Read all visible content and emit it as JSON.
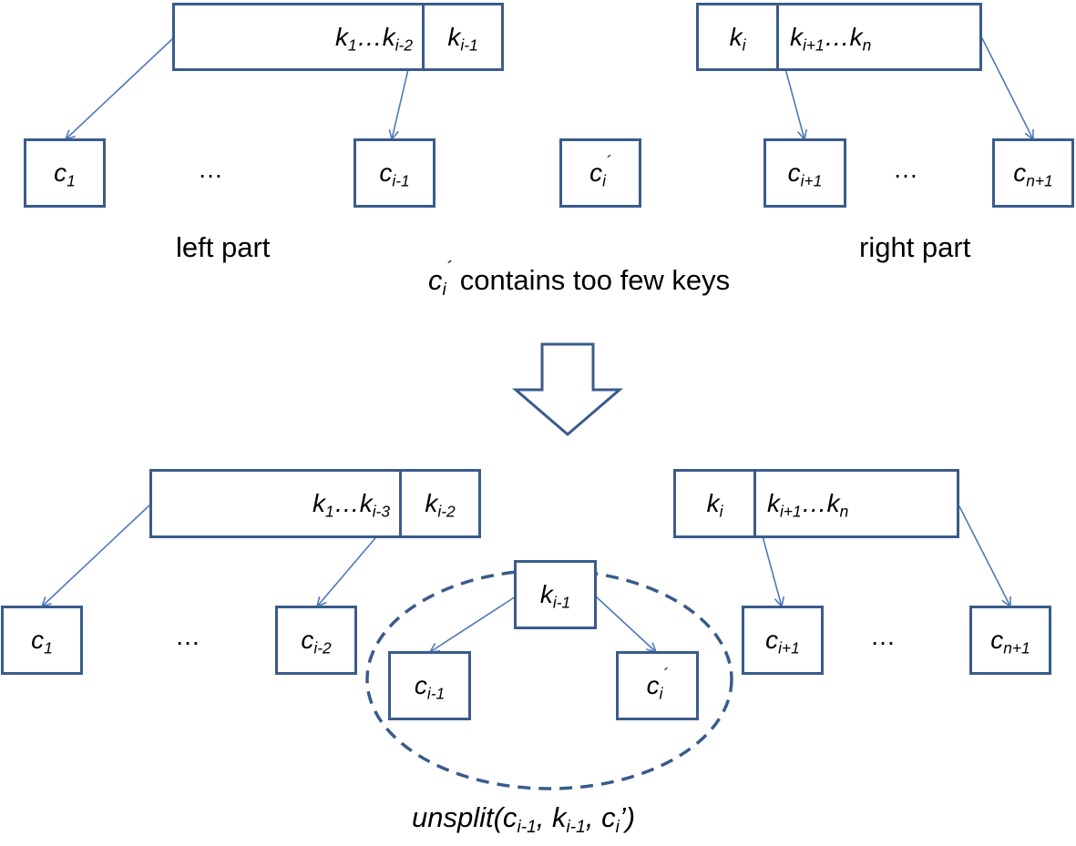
{
  "top": {
    "left_keys": {
      "main": "k",
      "main_sub": "1",
      "sep": "…",
      "end": "k",
      "end_sub": "i-2"
    },
    "left_last": {
      "base": "k",
      "sub": "i-1"
    },
    "right_first": {
      "base": "k",
      "sub": "i"
    },
    "right_keys": {
      "main": "k",
      "main_sub": "i+1",
      "sep": "…",
      "end": "k",
      "end_sub": "n"
    },
    "children": {
      "c1": {
        "base": "c",
        "sub": "1"
      },
      "ci_minus_1": {
        "base": "c",
        "sub": "i-1"
      },
      "ci_prime": {
        "base": "c",
        "sub": "i",
        "sup": "´"
      },
      "ci_plus_1": {
        "base": "c",
        "sub": "i+1"
      },
      "cn_plus_1": {
        "base": "c",
        "sub": "n+1"
      }
    },
    "dots": "…",
    "left_caption": "left part",
    "right_caption": "right part",
    "note": {
      "base": "c",
      "sub": "i",
      "sup": "´",
      "text": " contains too few keys"
    }
  },
  "bottom": {
    "left_keys": {
      "main": "k",
      "main_sub": "1",
      "sep": "…",
      "end": "k",
      "end_sub": "i-3"
    },
    "left_last": {
      "base": "k",
      "sub": "i-2"
    },
    "right_first": {
      "base": "k",
      "sub": "i"
    },
    "right_keys": {
      "main": "k",
      "main_sub": "i+1",
      "sep": "…",
      "end": "k",
      "end_sub": "n"
    },
    "center_key": {
      "base": "k",
      "sub": "i-1"
    },
    "children": {
      "c1": {
        "base": "c",
        "sub": "1"
      },
      "ci_minus_2": {
        "base": "c",
        "sub": "i-2"
      },
      "ci_minus_1": {
        "base": "c",
        "sub": "i-1"
      },
      "ci_prime": {
        "base": "c",
        "sub": "i",
        "sup": "´"
      },
      "ci_plus_1": {
        "base": "c",
        "sub": "i+1"
      },
      "cn_plus_1": {
        "base": "c",
        "sub": "n+1"
      }
    },
    "dots": "…",
    "caption": {
      "fn": "unsplit(c",
      "a_sub": "i-1",
      "mid": ", k",
      "b_sub": "i-1",
      "mid2": ", c",
      "c_sub": "i",
      "end": "’)"
    }
  },
  "colors": {
    "stroke": "#3a5b8c",
    "arrow": "#4f78b8"
  }
}
